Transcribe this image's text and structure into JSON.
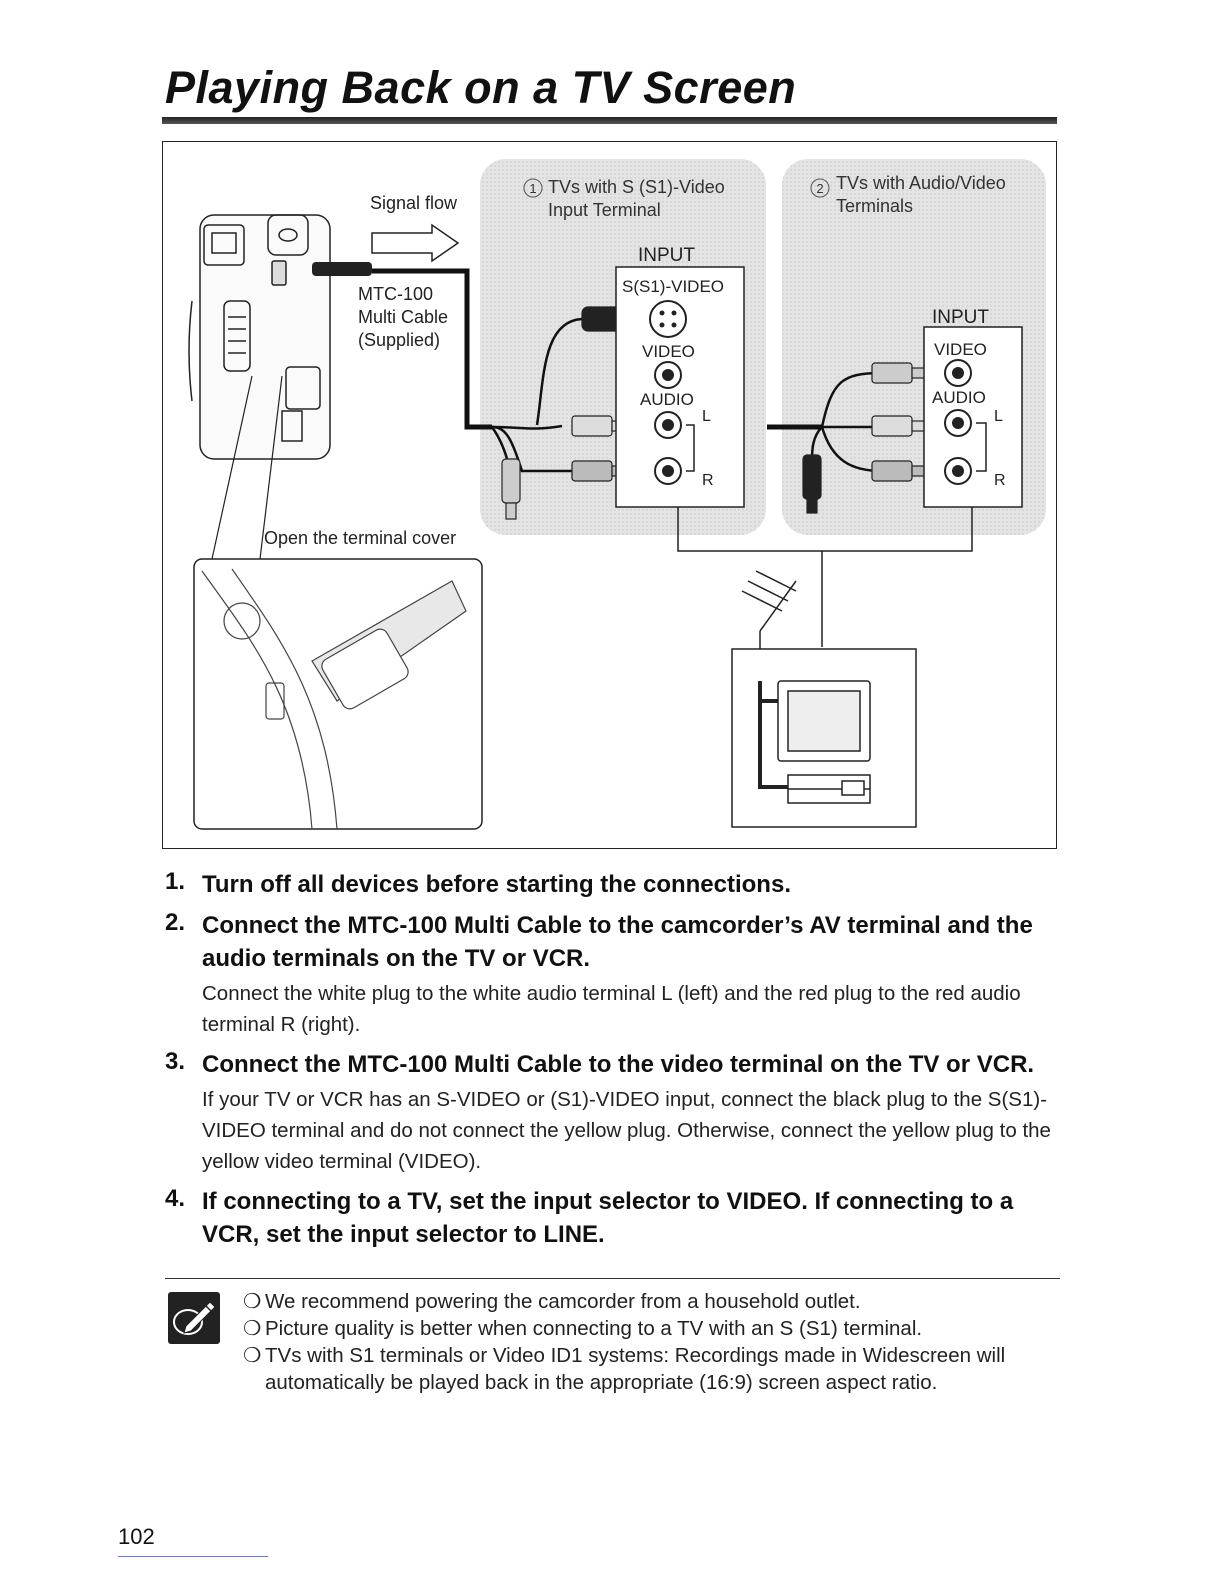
{
  "title": "Playing Back on a TV Screen",
  "diagram": {
    "signal_flow": "Signal flow",
    "cable_line1": "MTC-100",
    "cable_line2": "Multi Cable",
    "cable_line3": "(Supplied)",
    "panel1_num": "1",
    "panel1_line1": "TVs with S (S1)-Video",
    "panel1_line2": "Input Terminal",
    "panel2_num": "2",
    "panel2_line1": "TVs with Audio/Video",
    "panel2_line2": "Terminals",
    "input": "INPUT",
    "svideo": "S(S1)-VIDEO",
    "video": "VIDEO",
    "audio": "AUDIO",
    "left": "L",
    "right": "R",
    "open_cover": "Open the terminal cover"
  },
  "steps": [
    {
      "num": "1.",
      "heading": "Turn off all devices before starting the connections.",
      "body": ""
    },
    {
      "num": "2.",
      "heading": "Connect the MTC-100 Multi Cable to the camcorder’s AV terminal and the audio terminals on the TV or VCR.",
      "body": "Connect the white plug to the white audio terminal L (left) and the red plug to the red audio terminal R (right)."
    },
    {
      "num": "3.",
      "heading": "Connect the MTC-100 Multi Cable to the video terminal on the TV or VCR.",
      "body": "If your TV or VCR has an S-VIDEO or (S1)-VIDEO input, connect the black plug to the S(S1)-VIDEO terminal and do not connect the yellow plug. Otherwise, connect the yellow plug to the yellow video terminal (VIDEO)."
    },
    {
      "num": "4.",
      "heading": "If connecting to a TV, set the input selector to VIDEO. If connecting to a VCR, set the input selector to LINE.",
      "body": ""
    }
  ],
  "notes_icon": "pencil-note-icon",
  "notes": [
    "We recommend powering the camcorder from a household outlet.",
    "Picture quality is better when connecting to a TV with an S (S1) terminal.",
    "TVs with S1 terminals or Video ID1 systems: Recordings made in Widescreen will automatically be played back in the appropriate (16:9) screen aspect ratio."
  ],
  "note_bullet": "❍",
  "page_number": "102"
}
